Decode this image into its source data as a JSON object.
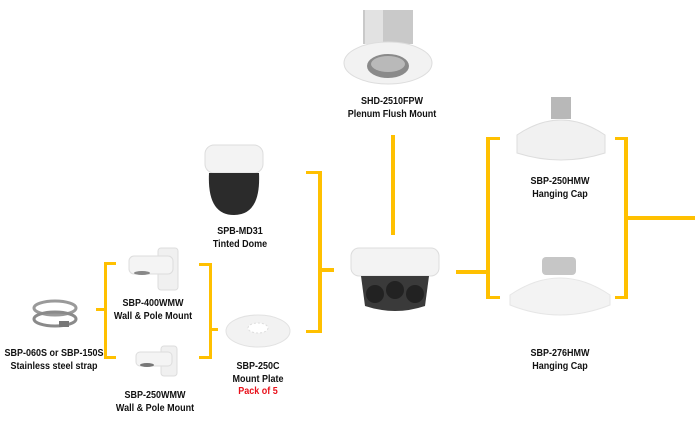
{
  "colors": {
    "connector": "#FFC000",
    "highlight": "#E8101A"
  },
  "products": {
    "plenum": {
      "model": "SHD-2510FPW",
      "desc": "Plenum Flush Mount"
    },
    "hang250": {
      "model": "SBP-250HMW",
      "desc": "Hanging Cap"
    },
    "hang276": {
      "model": "SBP-276HMW",
      "desc": "Hanging Cap"
    },
    "dome": {
      "model": "SPB-MD31",
      "desc": "Tinted Dome"
    },
    "plate": {
      "model": "SBP-250C",
      "desc": "Mount Plate",
      "note": "Pack of 5"
    },
    "wall400": {
      "model": "SBP-400WMW",
      "desc": "Wall & Pole Mount"
    },
    "wall250": {
      "model": "SBP-250WMW",
      "desc": "Wall & Pole Mount"
    },
    "strap": {
      "model": "SBP-060S or SBP-150S",
      "desc": "Stainless steel strap"
    }
  }
}
